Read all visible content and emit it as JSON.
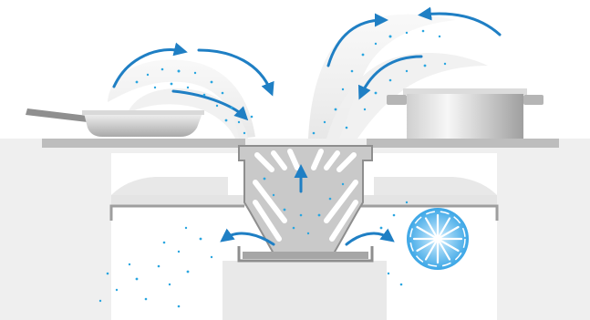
{
  "diagram": {
    "labels": [],
    "components": [
      {
        "name": "frying-pan",
        "kind": "cookware"
      },
      {
        "name": "stock-pot",
        "kind": "cookware"
      },
      {
        "name": "cooktop-surface",
        "kind": "appliance-part"
      },
      {
        "name": "downdraft-vent-grille",
        "kind": "appliance-part"
      },
      {
        "name": "grease-filter",
        "kind": "appliance-part"
      },
      {
        "name": "extraction-fan",
        "kind": "appliance-part"
      },
      {
        "name": "cabinet-frame",
        "kind": "furniture"
      }
    ],
    "flows": [
      {
        "name": "steam-rising-from-pan",
        "direction": "up"
      },
      {
        "name": "steam-rising-from-pot",
        "direction": "up"
      },
      {
        "name": "steam-drawn-into-vent",
        "direction": "down"
      },
      {
        "name": "filtered-air-exiting",
        "direction": "outward"
      }
    ],
    "colors": {
      "arrow_blue": "#1f7fc4",
      "particle_blue": "#2aa6e0",
      "counter_gray": "#bdbdbd",
      "cabinet_fill": "#efefef",
      "filter_gray": "#a6a6a6",
      "steam_white": "#e9e9e9",
      "fan_blue": "#3ba6e6"
    }
  }
}
